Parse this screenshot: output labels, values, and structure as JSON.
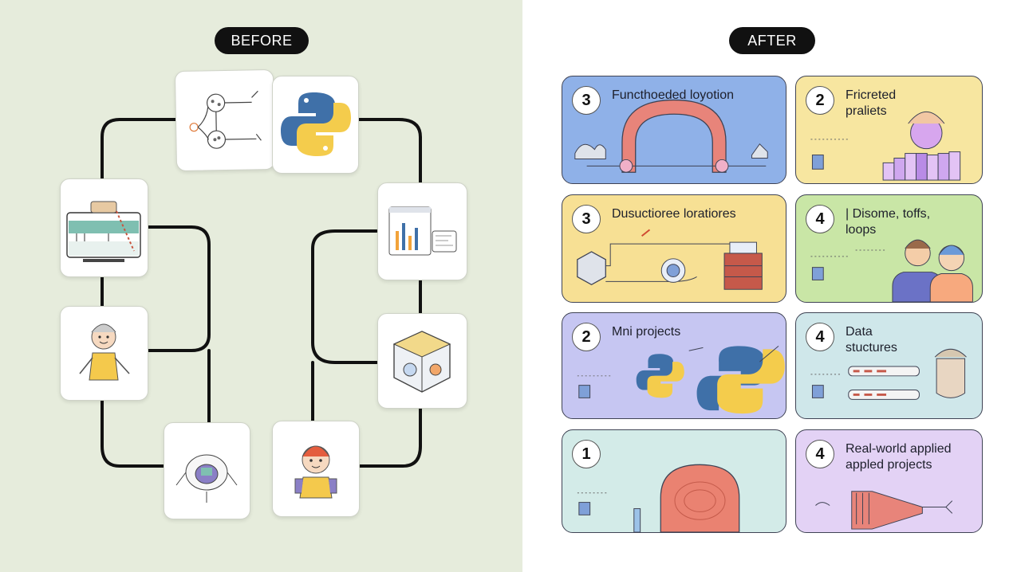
{
  "before": {
    "label": "BEFORE"
  },
  "after": {
    "label": "AFTER",
    "cards": [
      {
        "number": "3",
        "title": "Functhoeded loyotion",
        "color": "#8fb1e8"
      },
      {
        "number": "2",
        "title": "Fricreted\npraliets",
        "color": "#f7e6a0"
      },
      {
        "number": "3",
        "title": "Dusuctioree loratiores",
        "color": "#f7e094"
      },
      {
        "number": "4",
        "title": "| Disome, toffs,\nloops",
        "color": "#c9e6a6"
      },
      {
        "number": "2",
        "title": "Mni projects",
        "color": "#c6c6f2"
      },
      {
        "number": "4",
        "title": "Data\nstuctures",
        "color": "#cfe7ea"
      },
      {
        "number": "1",
        "title": "",
        "color": "#d3ebe8"
      },
      {
        "number": "4",
        "title": "Real-world applied\nappled projects",
        "color": "#e3d2f5"
      }
    ]
  },
  "colors": {
    "python_blue": "#3f70a8",
    "python_yellow": "#f4cc4c",
    "connector": "#111111"
  }
}
